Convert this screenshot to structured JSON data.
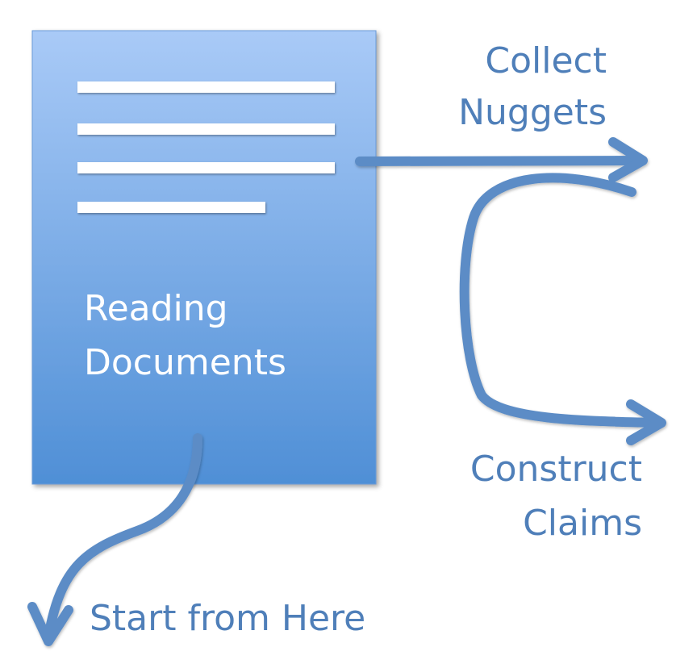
{
  "document": {
    "label_line1": "Reading",
    "label_line2": "Documents"
  },
  "nodes": {
    "collect": {
      "line1": "Collect",
      "line2": "Nuggets"
    },
    "construct": {
      "line1": "Construct",
      "line2": "Claims"
    },
    "start": {
      "label": "Start from Here"
    }
  },
  "colors": {
    "arrow": "#5B8CC6",
    "text_blue": "#4F7FB9",
    "doc_top": "#A9CAF7",
    "doc_bottom": "#4F8FD6",
    "doc_text": "#FFFFFF"
  },
  "icons": {
    "document": "document-page-icon"
  }
}
